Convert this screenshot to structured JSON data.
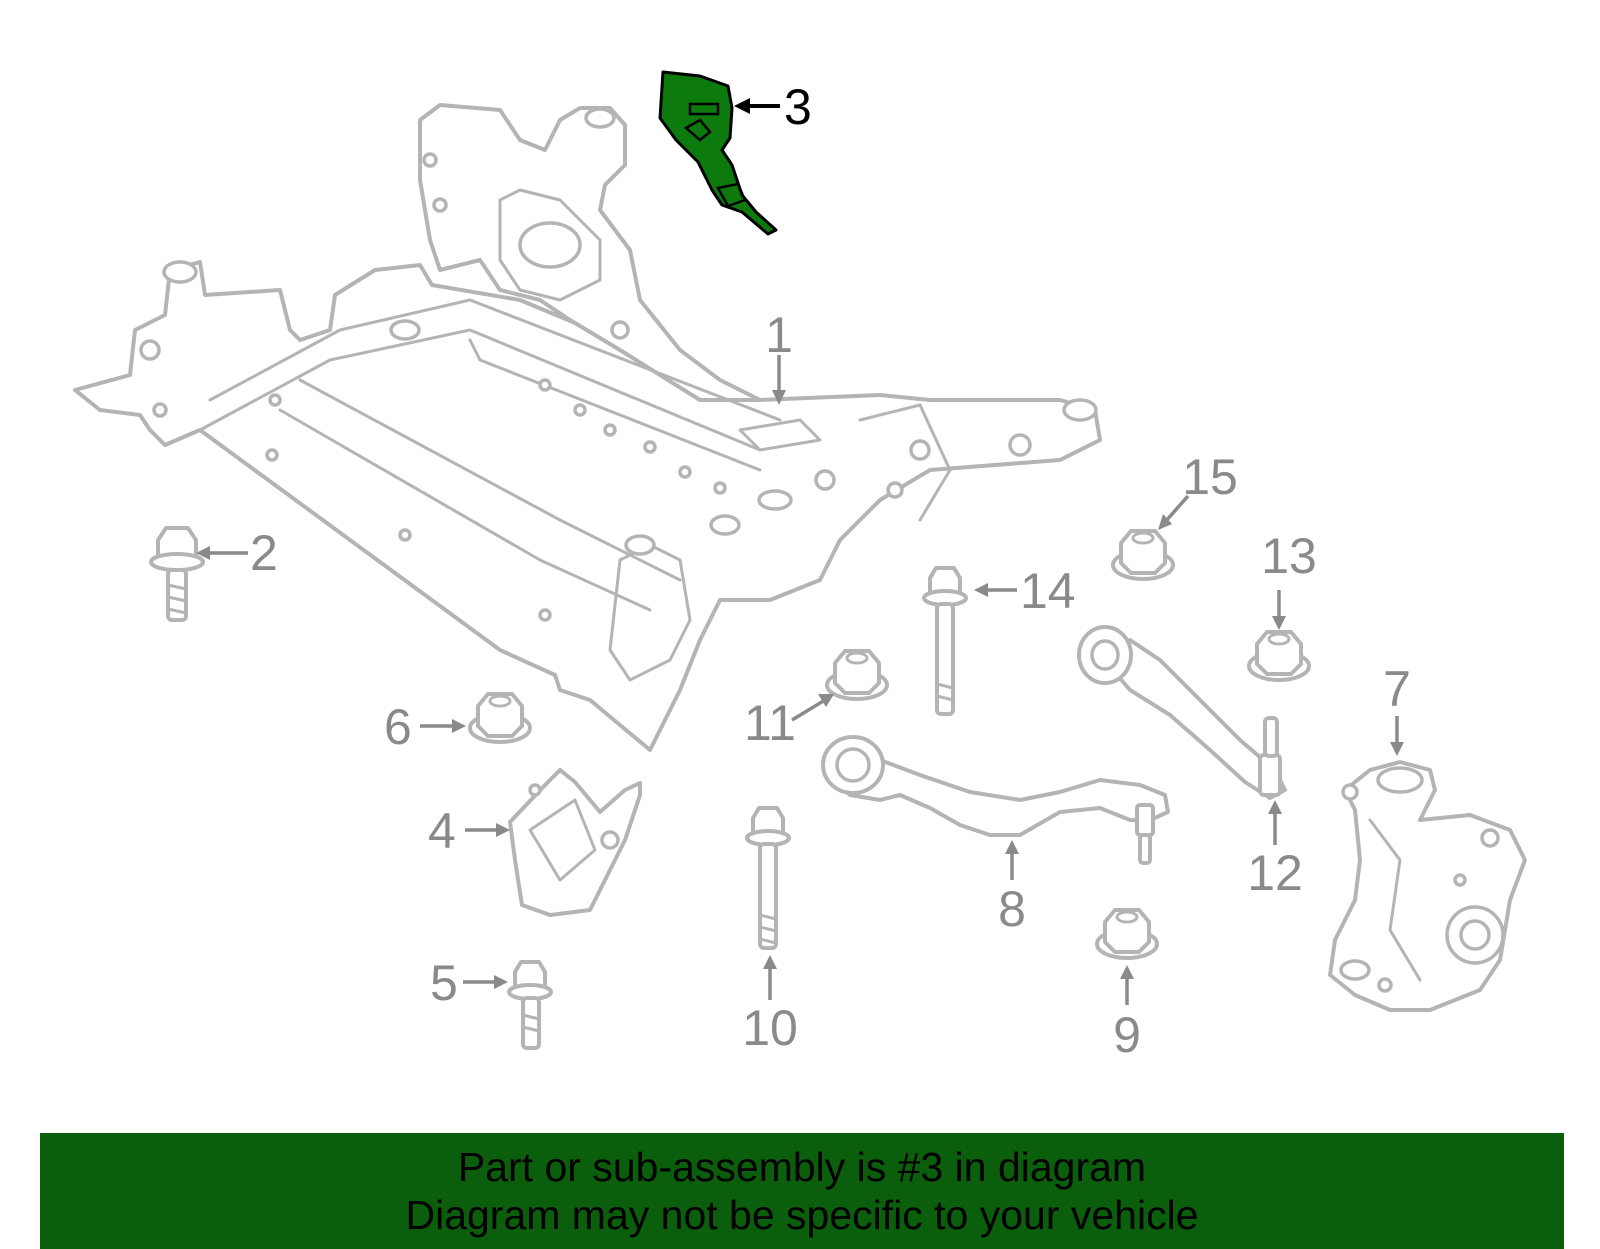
{
  "callouts": [
    {
      "id": "1",
      "label": "1"
    },
    {
      "id": "2",
      "label": "2"
    },
    {
      "id": "3",
      "label": "3",
      "highlighted": true
    },
    {
      "id": "4",
      "label": "4"
    },
    {
      "id": "5",
      "label": "5"
    },
    {
      "id": "6",
      "label": "6"
    },
    {
      "id": "7",
      "label": "7"
    },
    {
      "id": "8",
      "label": "8"
    },
    {
      "id": "9",
      "label": "9"
    },
    {
      "id": "10",
      "label": "10"
    },
    {
      "id": "11",
      "label": "11"
    },
    {
      "id": "12",
      "label": "12"
    },
    {
      "id": "13",
      "label": "13"
    },
    {
      "id": "14",
      "label": "14"
    },
    {
      "id": "15",
      "label": "15"
    }
  ],
  "banner": {
    "line1": "Part or sub-assembly is #3 in diagram",
    "line2": "Diagram may not be specific to your vehicle"
  },
  "colors": {
    "highlight": "#0d7a0d",
    "banner_background": "#0b5e0b",
    "part_outline": "#b4b4b4",
    "callout_text": "#8a8a8a"
  }
}
